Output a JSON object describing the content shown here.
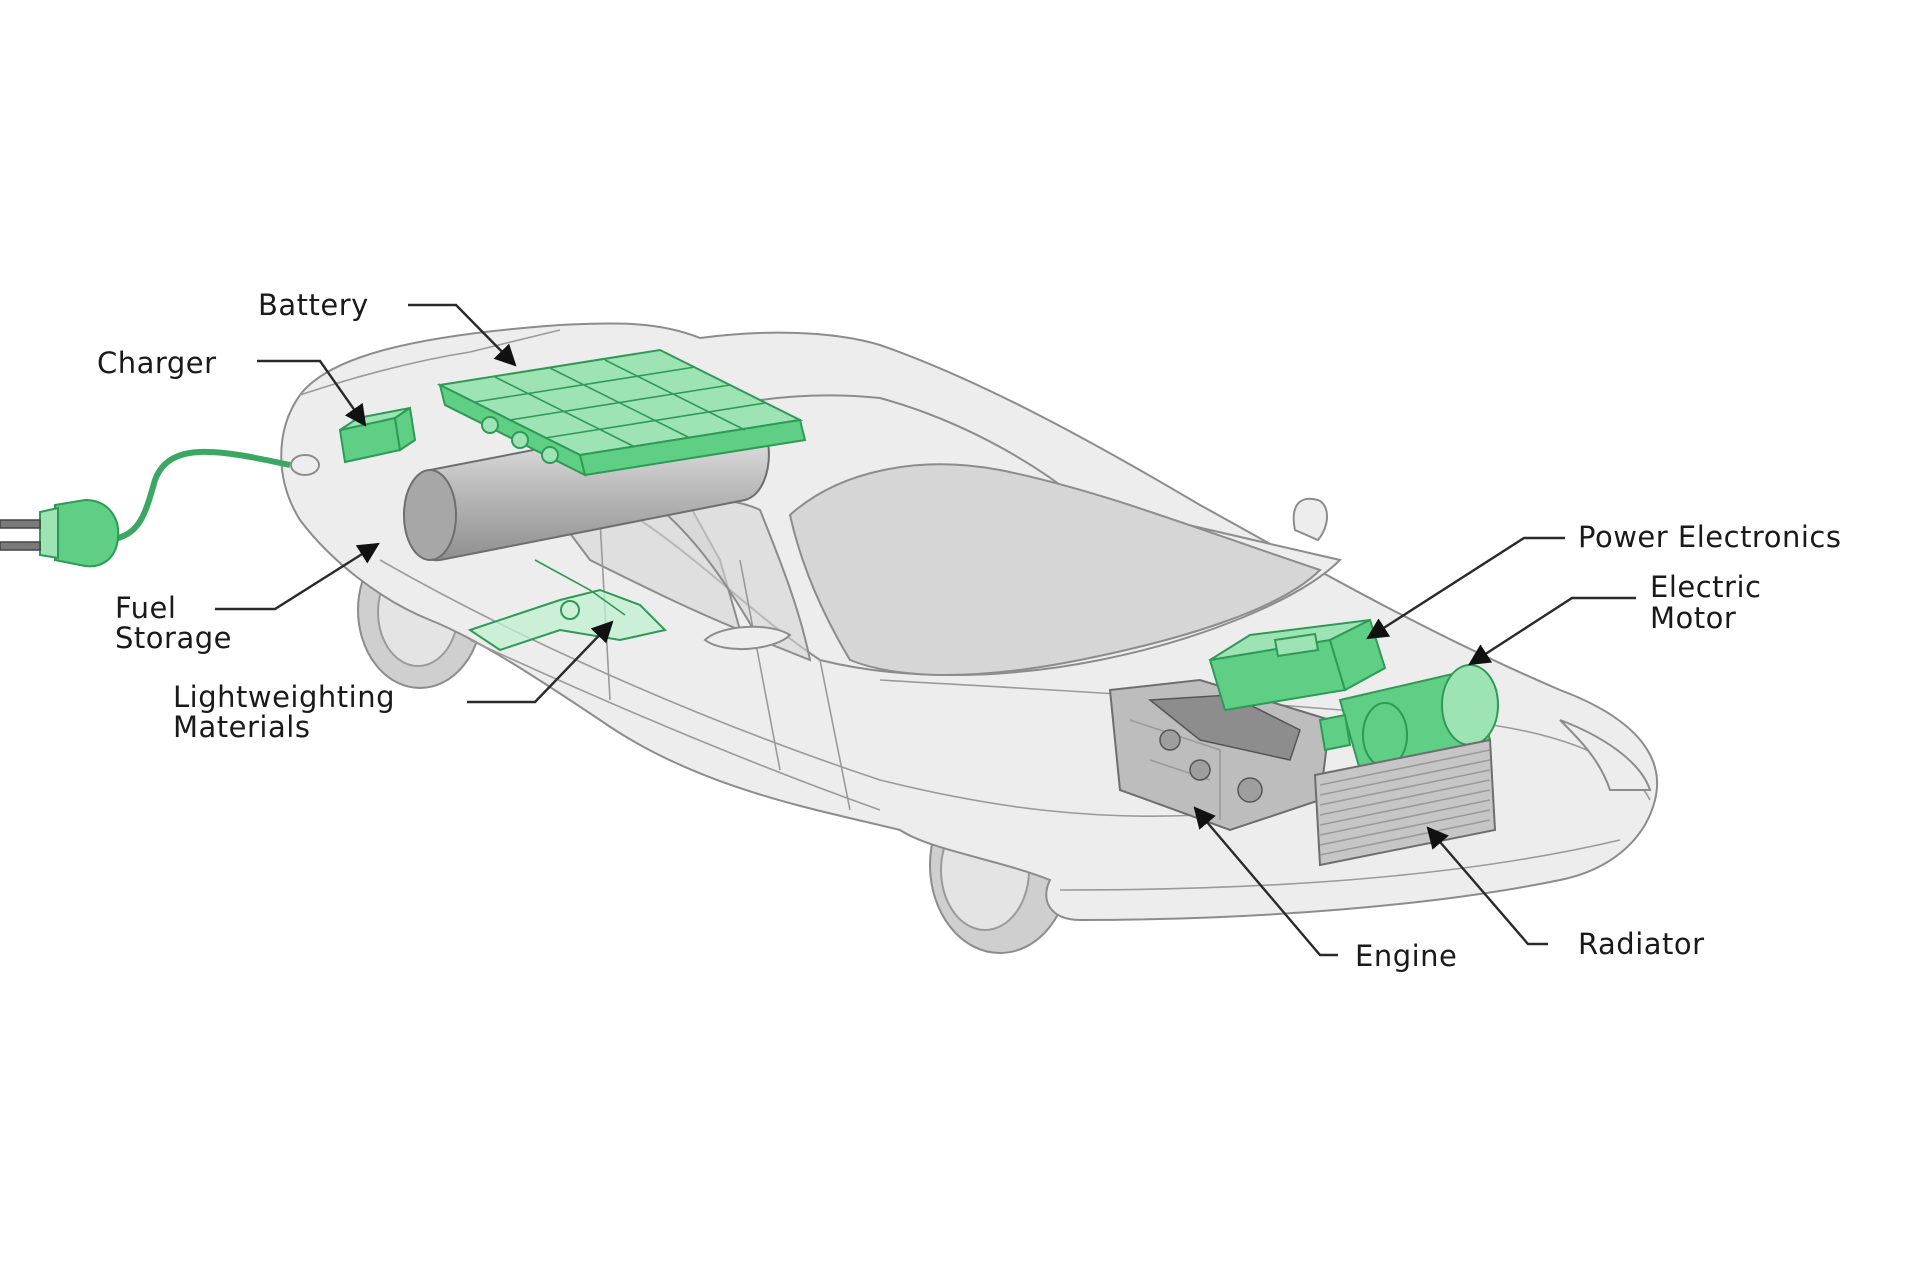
{
  "labels": {
    "battery": "Battery",
    "charger": "Charger",
    "fuel_storage_line1": "Fuel",
    "fuel_storage_line2": "Storage",
    "lightweighting_line1": "Lightweighting",
    "lightweighting_line2": "Materials",
    "power_electronics": "Power Electronics",
    "electric_motor_line1": "Electric",
    "electric_motor_line2": "Motor",
    "engine": "Engine",
    "radiator": "Radiator"
  },
  "colors": {
    "component_green": "#5fcf86",
    "car_body": "#ededed",
    "outline": "#8c8c8c",
    "label_text": "#1a1a1a"
  }
}
